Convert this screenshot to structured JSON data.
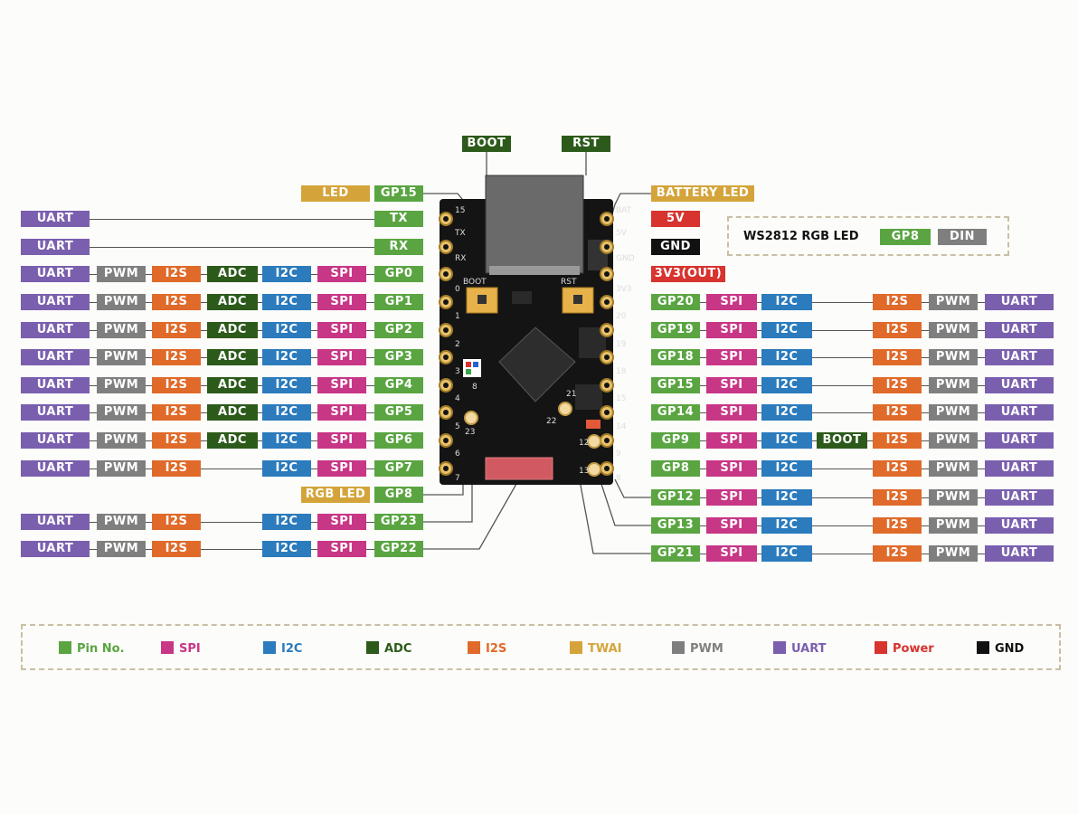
{
  "top_labels": {
    "boot": "BOOT",
    "rst": "RST"
  },
  "left_single": {
    "led": {
      "fn": "LED",
      "gp": "GP15"
    },
    "tx": {
      "fn": "UART",
      "gp": "TX"
    },
    "rx": {
      "fn": "UART",
      "gp": "RX"
    },
    "rgb": {
      "fn": "RGB LED",
      "gp": "GP8"
    }
  },
  "left_rows": [
    {
      "gp": "GP0",
      "funcs": [
        "UART",
        "PWM",
        "I2S",
        "ADC",
        "I2C",
        "SPI"
      ]
    },
    {
      "gp": "GP1",
      "funcs": [
        "UART",
        "PWM",
        "I2S",
        "ADC",
        "I2C",
        "SPI"
      ]
    },
    {
      "gp": "GP2",
      "funcs": [
        "UART",
        "PWM",
        "I2S",
        "ADC",
        "I2C",
        "SPI"
      ]
    },
    {
      "gp": "GP3",
      "funcs": [
        "UART",
        "PWM",
        "I2S",
        "ADC",
        "I2C",
        "SPI"
      ]
    },
    {
      "gp": "GP4",
      "funcs": [
        "UART",
        "PWM",
        "I2S",
        "ADC",
        "I2C",
        "SPI"
      ]
    },
    {
      "gp": "GP5",
      "funcs": [
        "UART",
        "PWM",
        "I2S",
        "ADC",
        "I2C",
        "SPI"
      ]
    },
    {
      "gp": "GP6",
      "funcs": [
        "UART",
        "PWM",
        "I2S",
        "ADC",
        "I2C",
        "SPI"
      ]
    },
    {
      "gp": "GP7",
      "funcs": [
        "UART",
        "PWM",
        "I2S",
        "",
        "I2C",
        "SPI"
      ]
    },
    {
      "gp": "GP23",
      "funcs": [
        "UART",
        "PWM",
        "I2S",
        "",
        "I2C",
        "SPI"
      ]
    },
    {
      "gp": "GP22",
      "funcs": [
        "UART",
        "PWM",
        "I2S",
        "",
        "I2C",
        "SPI"
      ]
    }
  ],
  "right_single": {
    "battery_led": "BATTERY LED",
    "v5": "5V",
    "gnd": "GND",
    "v33": "3V3(OUT)"
  },
  "right_rows": [
    {
      "gp": "GP20",
      "funcs": [
        "SPI",
        "I2C",
        "",
        "I2S",
        "PWM",
        "UART"
      ]
    },
    {
      "gp": "GP19",
      "funcs": [
        "SPI",
        "I2C",
        "",
        "I2S",
        "PWM",
        "UART"
      ]
    },
    {
      "gp": "GP18",
      "funcs": [
        "SPI",
        "I2C",
        "",
        "I2S",
        "PWM",
        "UART"
      ]
    },
    {
      "gp": "GP15",
      "funcs": [
        "SPI",
        "I2C",
        "",
        "I2S",
        "PWM",
        "UART"
      ]
    },
    {
      "gp": "GP14",
      "funcs": [
        "SPI",
        "I2C",
        "",
        "I2S",
        "PWM",
        "UART"
      ]
    },
    {
      "gp": "GP9",
      "funcs": [
        "SPI",
        "I2C",
        "BOOT",
        "I2S",
        "PWM",
        "UART"
      ]
    },
    {
      "gp": "GP8",
      "funcs": [
        "SPI",
        "I2C",
        "",
        "I2S",
        "PWM",
        "UART"
      ]
    },
    {
      "gp": "GP12",
      "funcs": [
        "SPI",
        "I2C",
        "",
        "I2S",
        "PWM",
        "UART"
      ]
    },
    {
      "gp": "GP13",
      "funcs": [
        "SPI",
        "I2C",
        "",
        "I2S",
        "PWM",
        "UART"
      ]
    },
    {
      "gp": "GP21",
      "funcs": [
        "SPI",
        "I2C",
        "",
        "I2S",
        "PWM",
        "UART"
      ]
    }
  ],
  "ws2812": {
    "title": "WS2812 RGB LED",
    "gp": "GP8",
    "din": "DIN"
  },
  "board": {
    "left_pins": [
      "15",
      "TX",
      "RX",
      "0",
      "1",
      "2",
      "3",
      "4",
      "5",
      "6",
      "7"
    ],
    "right_pins": [
      "BAT",
      "5V",
      "GND",
      "3V3",
      "20",
      "19",
      "18",
      "15",
      "14",
      "9",
      "8"
    ],
    "pad_labels": [
      "23",
      "22",
      "21",
      "12",
      "13",
      "8"
    ],
    "boot": "BOOT",
    "rst": "RST"
  },
  "legend": [
    {
      "label": "Pin No.",
      "color": "#5aa542"
    },
    {
      "label": "SPI",
      "color": "#c83686"
    },
    {
      "label": "I2C",
      "color": "#2b7bbd"
    },
    {
      "label": "ADC",
      "color": "#2c5a1b"
    },
    {
      "label": "I2S",
      "color": "#e06a2a"
    },
    {
      "label": "TWAI",
      "color": "#d4a43a"
    },
    {
      "label": "PWM",
      "color": "#7f7f7f"
    },
    {
      "label": "UART",
      "color": "#7a5fae"
    },
    {
      "label": "Power",
      "color": "#d7332f"
    },
    {
      "label": "GND",
      "color": "#111111"
    }
  ]
}
